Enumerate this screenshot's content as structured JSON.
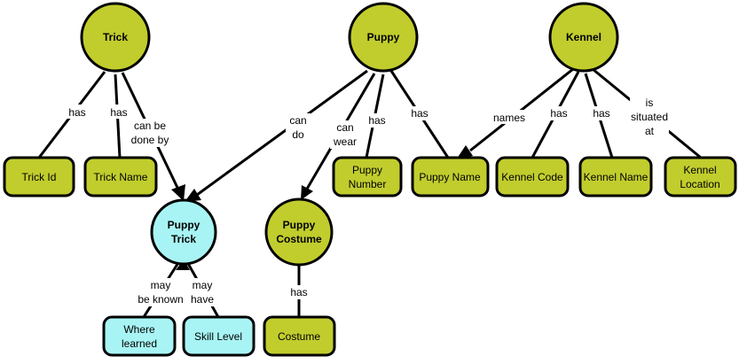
{
  "colors": {
    "concept_green": "#c1cd2d",
    "concept_cyan": "#a8f4f4",
    "stroke": "#000000"
  },
  "concepts": {
    "trick": "Trick",
    "puppy": "Puppy",
    "kennel": "Kennel",
    "puppy_trick": [
      "Puppy",
      "Trick"
    ],
    "puppy_costume": [
      "Puppy",
      "Costume"
    ]
  },
  "attributes": {
    "trick_id": [
      "Trick Id"
    ],
    "trick_name": [
      "Trick Name"
    ],
    "puppy_number": [
      "Puppy",
      "Number"
    ],
    "puppy_name": [
      "Puppy Name"
    ],
    "kennel_code": [
      "Kennel Code"
    ],
    "kennel_name": [
      "Kennel Name"
    ],
    "kennel_location": [
      "Kennel",
      "Location"
    ],
    "where_learned": [
      "Where",
      "learned"
    ],
    "skill_level": [
      "Skill Level"
    ],
    "costume": [
      "Costume"
    ]
  },
  "relations": {
    "trick_has_id": [
      "has"
    ],
    "trick_has_name": [
      "has"
    ],
    "trick_done_by": [
      "can be",
      "done by"
    ],
    "puppy_can_do": [
      "can",
      "do"
    ],
    "puppy_can_wear": [
      "can",
      "wear"
    ],
    "puppy_has_number": [
      "has"
    ],
    "puppy_has_name": [
      "has"
    ],
    "kennel_names": [
      "names"
    ],
    "kennel_has_code": [
      "has"
    ],
    "kennel_has_name": [
      "has"
    ],
    "kennel_situated_at": [
      "is",
      "situated",
      "at"
    ],
    "pt_known": [
      "may",
      "be known"
    ],
    "pt_have": [
      "may",
      "have"
    ],
    "costume_has": [
      "has"
    ]
  }
}
